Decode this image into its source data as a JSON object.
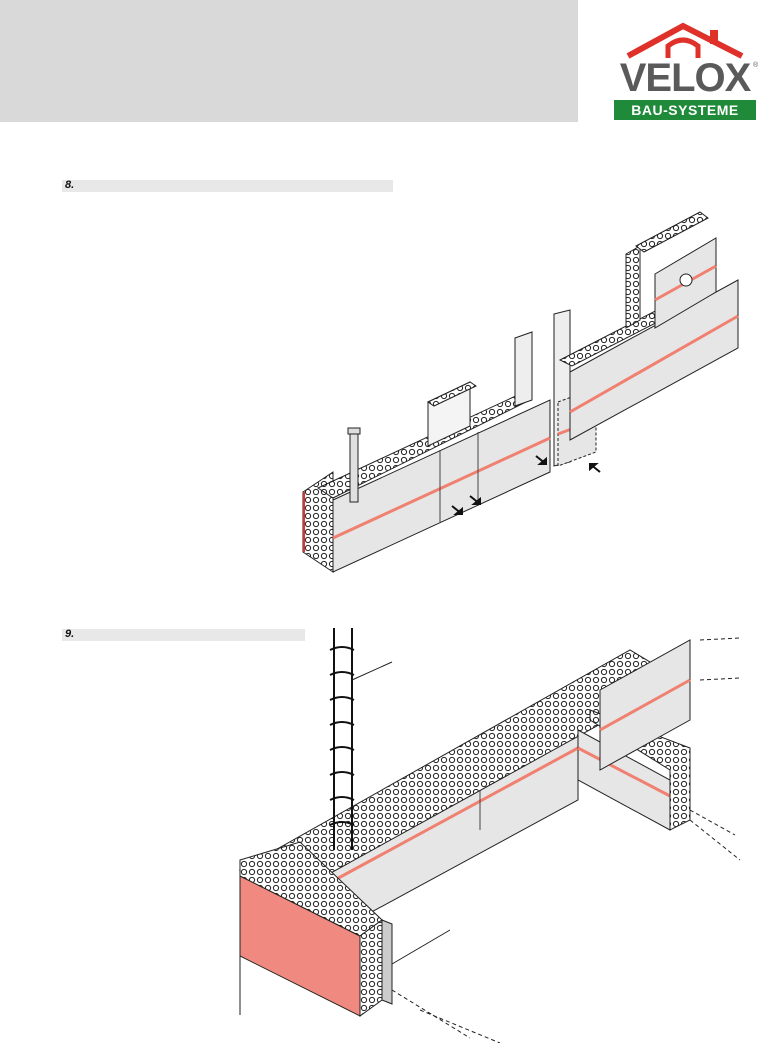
{
  "header": {
    "logo": {
      "wordmark": "VELOX",
      "registered_mark": "®",
      "subtitle": "BAU-SYSTEME",
      "colors": {
        "roof": "#e0302a",
        "wordmark": "#5a5a5a",
        "subtitle_bg": "#1f8a3a"
      }
    }
  },
  "steps": [
    {
      "number": "8."
    },
    {
      "number": "9."
    }
  ],
  "colors": {
    "accent_stripe": "#f08070",
    "panel": "#e6e6e6",
    "red_face": "#f08a80"
  }
}
